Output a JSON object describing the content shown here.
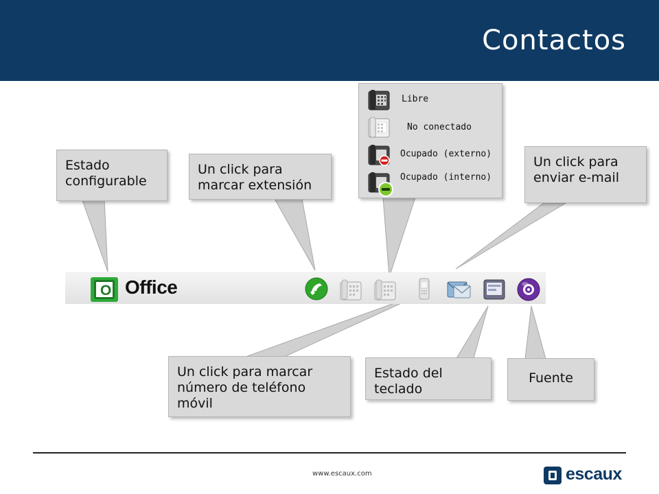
{
  "header": {
    "title": "Contactos"
  },
  "legend": {
    "items": [
      {
        "label": "Libre",
        "icon": "phone-dark-icon"
      },
      {
        "label": "No conectado",
        "icon": "phone-light-icon"
      },
      {
        "label": "Ocupado (externo)",
        "icon": "phone-busy-red-icon"
      },
      {
        "label": "Ocupado (interno)",
        "icon": "phone-busy-green-icon"
      }
    ]
  },
  "callouts": {
    "estado_configurable": [
      "Estado",
      "configurable"
    ],
    "click_extension": [
      "Un click para",
      "marcar extensión"
    ],
    "click_email": [
      "Un click para",
      "enviar e-mail"
    ],
    "click_movil": [
      "Un click para marcar",
      "número de teléfono",
      "móvil"
    ],
    "estado_teclado": [
      "Estado del",
      "teclado"
    ],
    "fuente": [
      "Fuente"
    ]
  },
  "toolbar": {
    "status_letter": "O",
    "status_label": "Office",
    "icons": [
      "call-icon",
      "desk-phone-icon",
      "desk-phone-icon",
      "mobile-phone-icon",
      "email-icon",
      "keyboard-icon",
      "source-icon"
    ]
  },
  "colors": {
    "header_bg": "#0f3a63",
    "status_green": "#2eaa3a",
    "callout_bg": "#d9d9d9",
    "source_purple": "#6a2f9e"
  },
  "footer": {
    "url": "www.escaux.com",
    "logo_text": "escaux"
  }
}
